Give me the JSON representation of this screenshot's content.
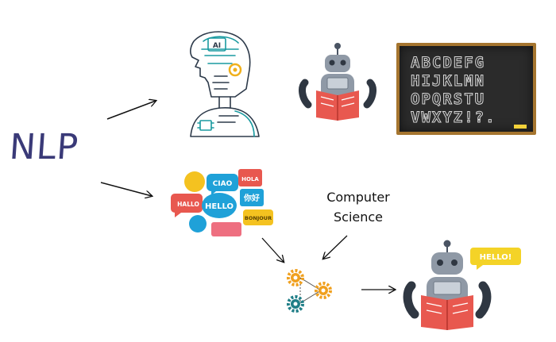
{
  "main_label": "NLP",
  "computer_science_label": {
    "line1": "Computer",
    "line2": "Science"
  },
  "chalkboard": {
    "rows": [
      "ABCDEFG",
      "HIJKLMN",
      "OPQRSTU",
      "VWXYZ!?."
    ]
  },
  "ai_head": {
    "chip_text": "AI"
  },
  "language_bubbles": {
    "ciao": "CIAO",
    "hola": "HOLA",
    "hello": "HELLO",
    "hallo": "HALLO",
    "nihao": "你好",
    "bonjour": "BONJOUR"
  },
  "robot_speech": "HELLO!",
  "colors": {
    "accent_red": "#e8584f",
    "robot_gray": "#8f99a6",
    "gear_orange": "#f0a01e",
    "gear_teal": "#1f7e87",
    "nlp_text": "#3a3a78"
  }
}
